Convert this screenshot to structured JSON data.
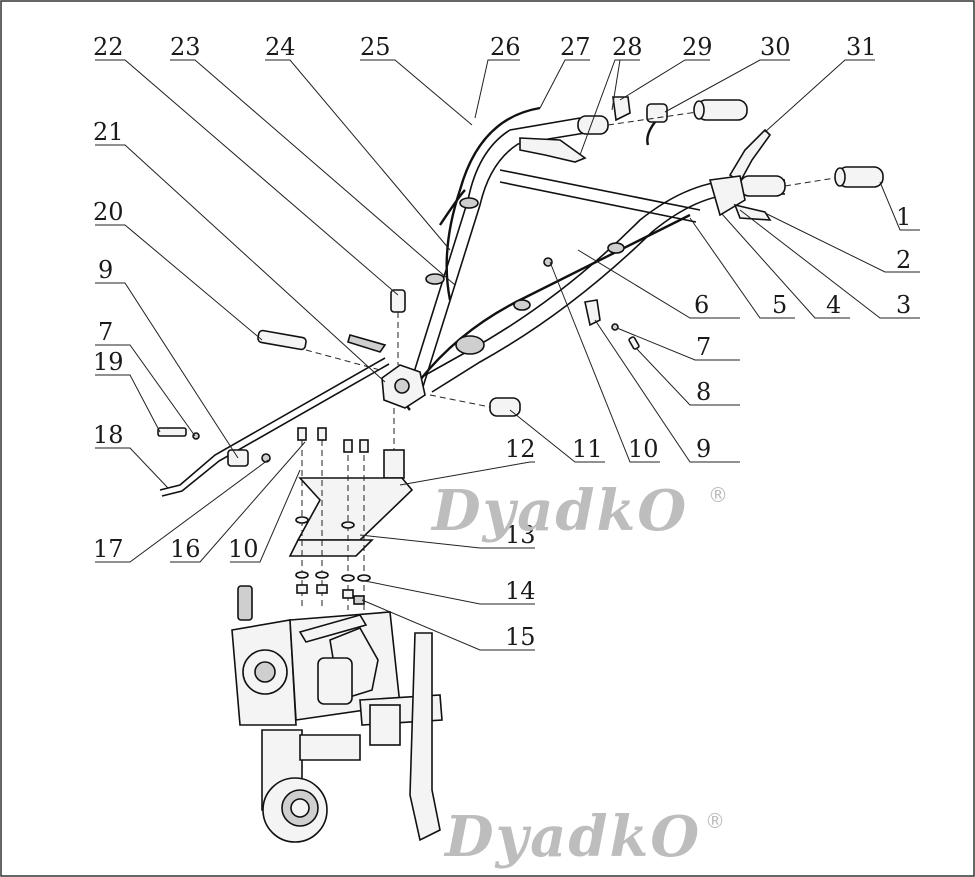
{
  "labels": [
    {
      "text": "1"
    },
    {
      "text": "2"
    },
    {
      "text": "3"
    },
    {
      "text": "4"
    },
    {
      "text": "5"
    },
    {
      "text": "6"
    },
    {
      "text": "7"
    },
    {
      "text": "8"
    },
    {
      "text": "9"
    },
    {
      "text": "11"
    },
    {
      "text": "10"
    },
    {
      "text": "12"
    },
    {
      "text": "13"
    },
    {
      "text": "14"
    },
    {
      "text": "15"
    },
    {
      "text": "17"
    },
    {
      "text": "16"
    },
    {
      "text": "10"
    },
    {
      "text": "18"
    },
    {
      "text": "19"
    },
    {
      "text": "7"
    },
    {
      "text": "9"
    },
    {
      "text": "20"
    },
    {
      "text": "21"
    },
    {
      "text": "22"
    },
    {
      "text": "23"
    },
    {
      "text": "24"
    },
    {
      "text": "25"
    },
    {
      "text": "26"
    },
    {
      "text": "27"
    },
    {
      "text": "28"
    },
    {
      "text": "29"
    },
    {
      "text": "30"
    },
    {
      "text": "31"
    }
  ],
  "watermark": {
    "brand": "DyadkO",
    "reg": "®"
  }
}
